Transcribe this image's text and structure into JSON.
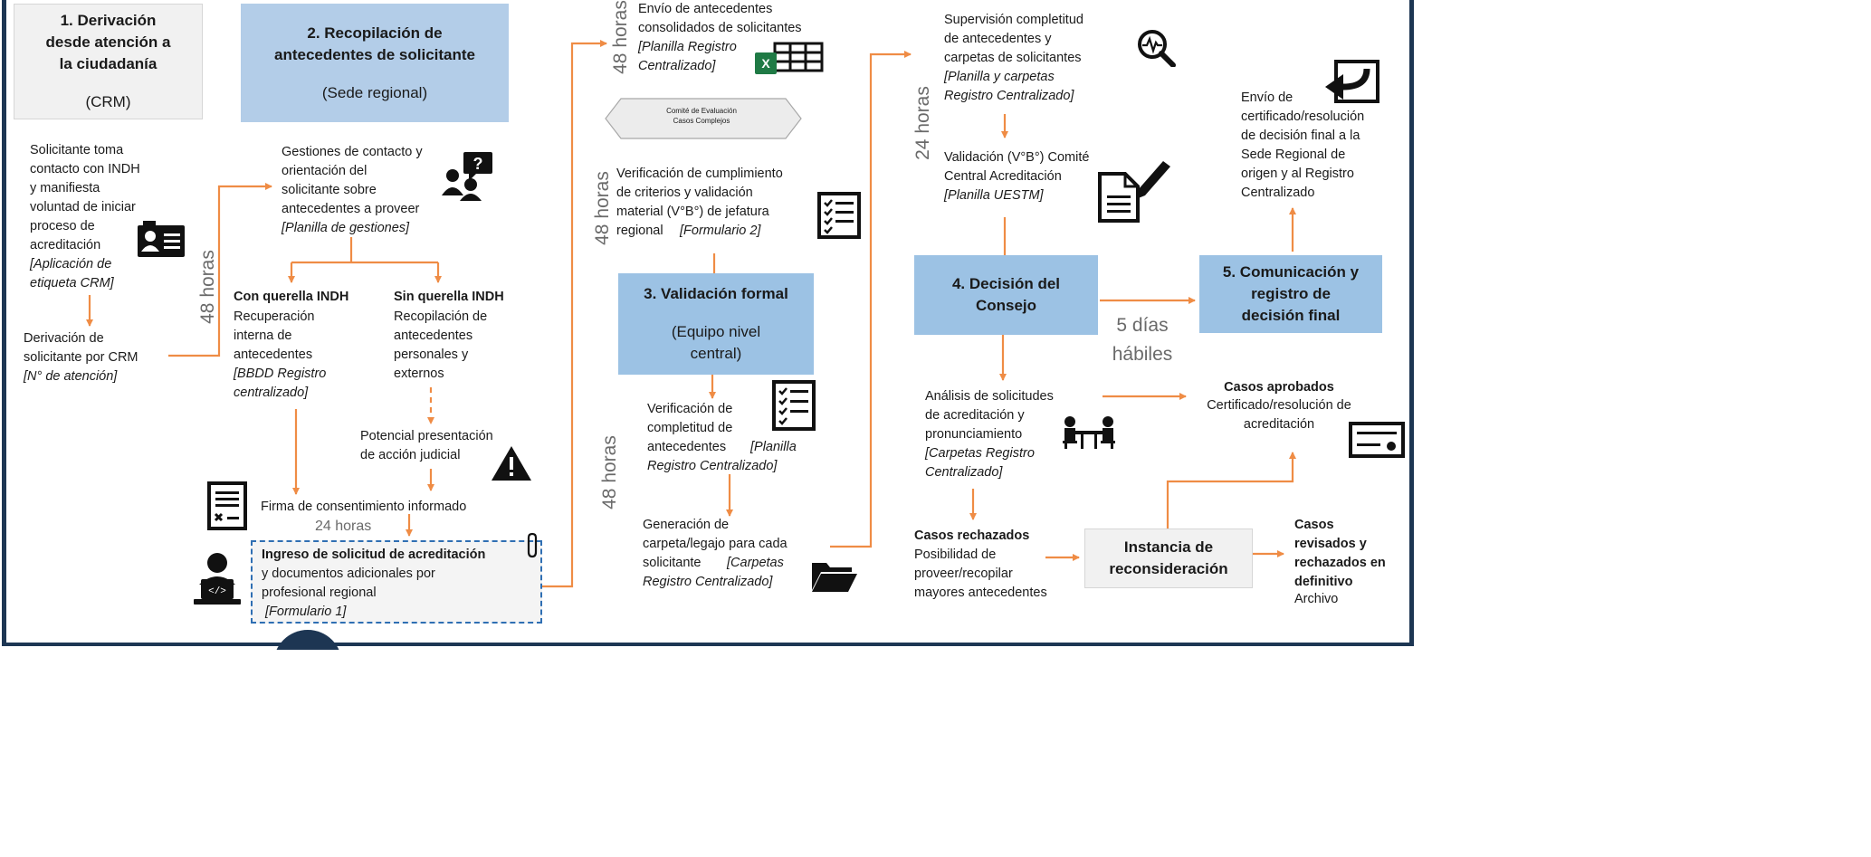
{
  "steps": {
    "s1_title": "1. Derivación\ndesde atención a\nla ciudadanía",
    "s1_sub": "(CRM)",
    "s2_title": "2. Recopilación de\nantecedentes de solicitante",
    "s2_sub": "(Sede regional)",
    "s3_title": "3. Validación formal",
    "s3_sub": "(Equipo nivel\ncentral)",
    "s4_title": "4. Decisión del\nConsejo",
    "s5_title": "5. Comunicación y\nregistro de\ndecisión final",
    "reconsideracion": "Instancia de\nreconsideración",
    "comite_evaluacion": "Comité de Evaluación\nCasos Complejos"
  },
  "col1": {
    "solicitante_text": "Solicitante toma\ncontacto con INDH\ny  manifiesta\nvoluntad de iniciar\nproceso de\nacreditación",
    "solicitante_ref": "[Aplicación de\netiqueta CRM]",
    "derivacion_text": "Derivación de\nsolicitante por CRM",
    "derivacion_ref": "[N° de atención]",
    "hours": "48 horas"
  },
  "col2": {
    "gestiones_text": "Gestiones de contacto y\norientación del\nsolicitante sobre\nantecedentes a proveer",
    "gestiones_ref": "[Planilla de gestiones]",
    "con_querella_title": "Con querella INDH",
    "con_querella_text": "Recuperación\ninterna de\nantecedentes",
    "con_querella_ref": "[BBDD Registro\ncentralizado]",
    "sin_querella_title": "Sin querella INDH",
    "sin_querella_text": "Recopilación de\nantecedentes\npersonales y\nexternos",
    "accion_judicial": "Potencial presentación\nde acción judicial",
    "firma": "Firma de consentimiento informado",
    "hours_24": "24 horas",
    "ingreso_title": "Ingreso de solicitud de acreditación",
    "ingreso_text": "y documentos adicionales por\nprofesional regional",
    "ingreso_ref": "[Formulario 1]"
  },
  "col3": {
    "hours_top": "48 horas",
    "envio_text": "Envío de antecedentes\nconsolidados de solicitantes",
    "envio_ref": "[Planilla Registro\nCentralizado]",
    "hours_mid": "48 horas",
    "verif_text": "Verificación de cumplimiento\nde criterios y validación\nmaterial (V°B°) de jefatura\nregional",
    "verif_ref": "[Formulario 2]",
    "hours_bottom": "48 horas",
    "completitud_text": "Verificación de\ncompletitud de\nantecedentes",
    "completitud_ref_a": "[Planilla",
    "completitud_ref_b": "Registro Centralizado]",
    "carpeta_text": "Generación de\ncarpeta/legajo para cada\nsolicitante",
    "carpeta_ref_a": "[Carpetas",
    "carpeta_ref_b": "Registro Centralizado]"
  },
  "col4": {
    "supervision_text": "Supervisión completitud\nde antecedentes y\ncarpetas de solicitantes",
    "supervision_ref": "[Planilla y carpetas\nRegistro Centralizado]",
    "hours": "24 horas",
    "validacion_text": "Validación (V°B°) Comité\nCentral Acreditación",
    "validacion_ref": "[Planilla UESTM]",
    "analisis_text": "Análisis de solicitudes\nde acreditación y\npronunciamiento",
    "analisis_ref": "[Carpetas Registro\nCentralizado]",
    "rechazados_title": "Casos rechazados",
    "rechazados_text": "Posibilidad de\nproveer/recopilar\nmayores antecedentes",
    "dias": "5 días\nhábiles"
  },
  "col5": {
    "envio_text": "Envío de\ncertificado/resolución\nde decisión final a la\nSede Regional de\norigen y al Registro\nCentralizado",
    "aprobados_title": "Casos aprobados",
    "aprobados_text": "Certificado/resolución de\nacreditación",
    "revisados_title": "Casos\nrevisados y\nrechazados en\ndefinitivo",
    "revisados_text": "Archivo"
  },
  "colors": {
    "arrow": "#ef8c45",
    "box_grey": "#f1f1f1",
    "box_blue": "#b3cde8",
    "frame": "#1d3653"
  },
  "icons": [
    "id-card-icon",
    "support-question-icon",
    "document-list-icon",
    "developer-laptop-icon",
    "paperclip-icon",
    "warning-icon",
    "excel-table-icon",
    "checklist-icon",
    "magnifier-pulse-icon",
    "signed-document-icon",
    "meeting-table-icon",
    "return-arrow-icon",
    "certificate-icon",
    "folder-icon"
  ]
}
